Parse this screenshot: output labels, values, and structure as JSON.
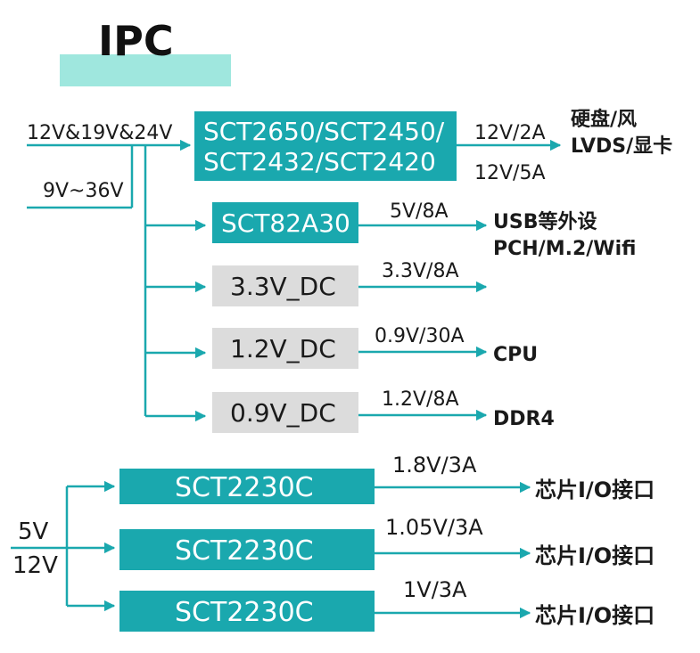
{
  "title": "IPC",
  "colors": {
    "teal": "#1aa8ae",
    "gray": "#dcdcdc",
    "title_band": "#9fe7de",
    "line": "#1aa8ae",
    "text": "#1a1a1a",
    "box_text_light": "#ffffff",
    "box_text_dark": "#1a1a1a"
  },
  "inputs": {
    "top": "12V&19V&24V",
    "side": "9V~36V",
    "bottom_1": "5V",
    "bottom_2": "12V"
  },
  "boxes": {
    "sct2650_line1": "SCT2650/SCT2450/",
    "sct2650_line2": "SCT2432/SCT2420",
    "sct82a30": "SCT82A30",
    "dc33": "3.3V_DC",
    "dc12": "1.2V_DC",
    "dc09": "0.9V_DC",
    "sct2230_a": "SCT2230C",
    "sct2230_b": "SCT2230C",
    "sct2230_c": "SCT2230C"
  },
  "ratings": {
    "r12v2a": "12V/2A",
    "r12v5a": "12V/5A",
    "r5v8a": "5V/8A",
    "r33v8a": "3.3V/8A",
    "r09v30a": "0.9V/30A",
    "r12v8a": "1.2V/8A",
    "r18v3a": "1.8V/3A",
    "r105v3a": "1.05V/3A",
    "r1v3a": "1V/3A"
  },
  "loads": {
    "hdd_fan": "硬盘/风",
    "lvds_gpu": "LVDS/显卡",
    "usb": "USB等外设",
    "pch": "PCH/M.2/Wifi",
    "cpu": "CPU",
    "ddr4": "DDR4",
    "io_a": "芯片I/O接口",
    "io_b": "芯片I/O接口",
    "io_c": "芯片I/O接口"
  }
}
